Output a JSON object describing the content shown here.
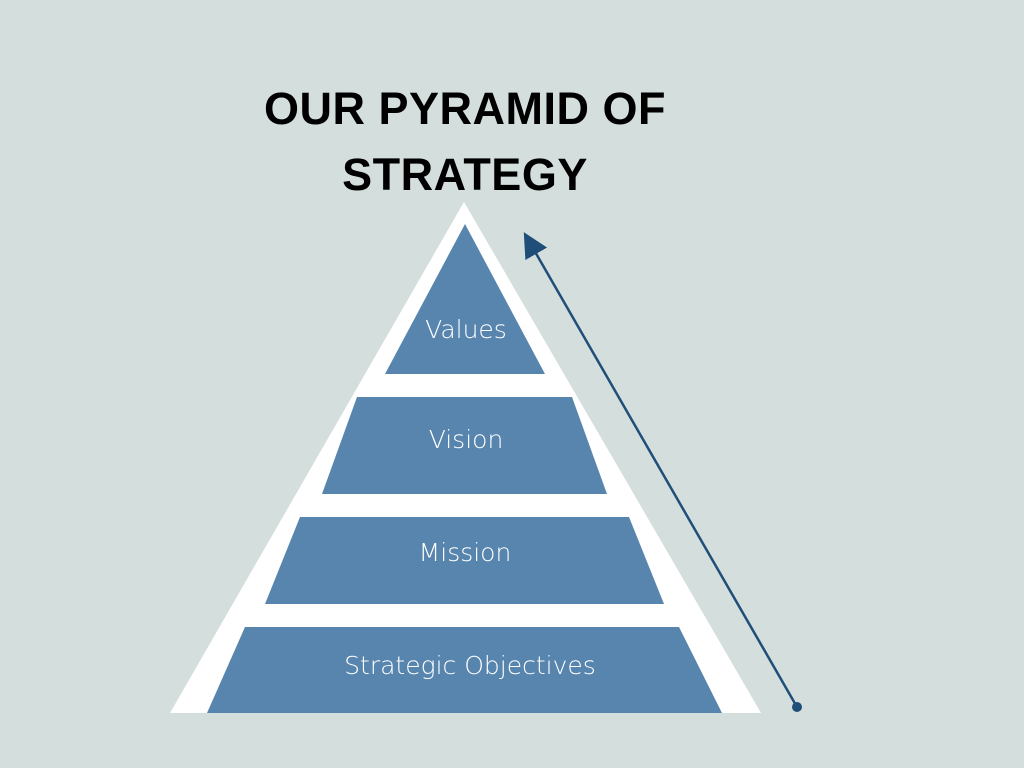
{
  "title": {
    "line1": "OUR PYRAMID OF",
    "line2": "STRATEGY"
  },
  "levels": [
    "Values",
    "Vision",
    "Mission",
    "Strategic Objectives"
  ],
  "colors": {
    "background": "#d4dedd",
    "tier": "#5785ae",
    "frame": "#ffffff",
    "arrow": "#1f4e79"
  }
}
